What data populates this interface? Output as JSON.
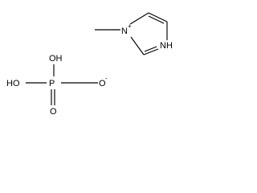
{
  "imidazolium": {
    "methyl_n_label": "N",
    "methyl_n_charge": "+",
    "nh_label": "NH"
  },
  "phosphate": {
    "hydroxyl_top_label": "OH",
    "hydroxyl_left_label": "HO",
    "phosphorus_label": "P",
    "oxide_label": "O",
    "oxide_charge": "-",
    "oxo_label": "O"
  }
}
